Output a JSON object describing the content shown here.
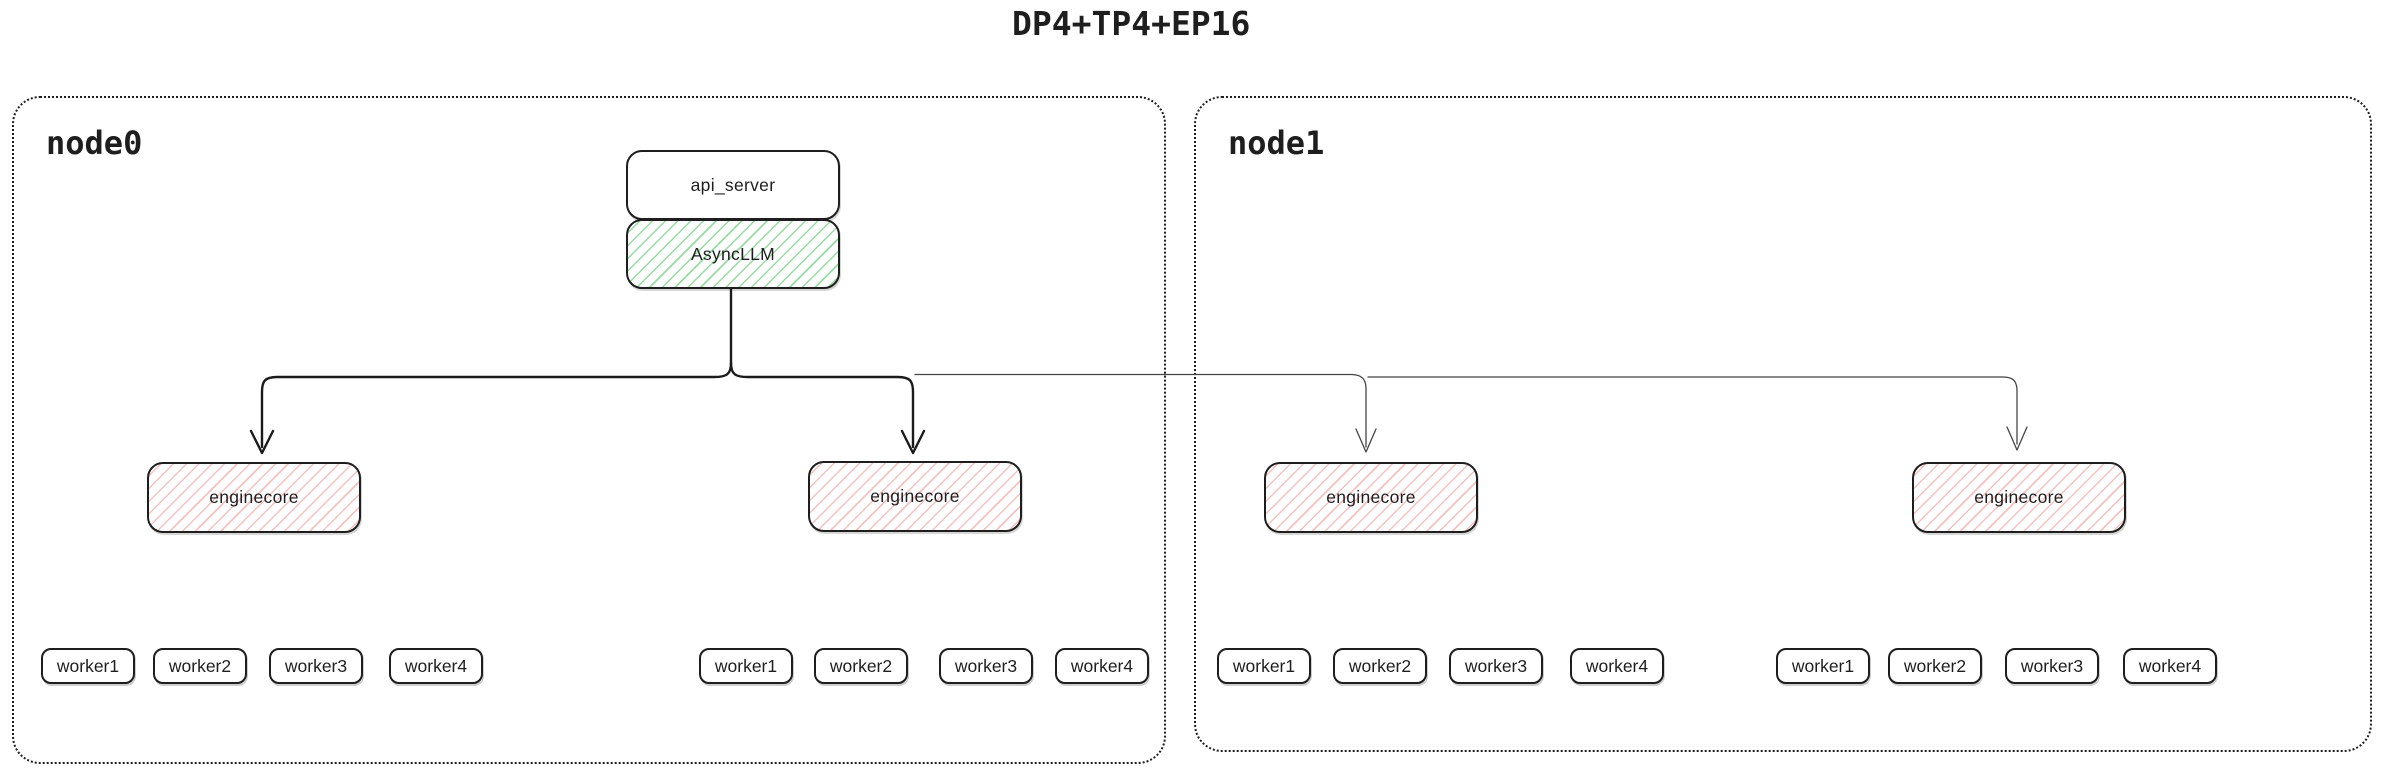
{
  "title": "DP4+TP4+EP16",
  "nodes": [
    {
      "label": "node0"
    },
    {
      "label": "node1"
    }
  ],
  "api_server": {
    "label": "api_server"
  },
  "async_llm": {
    "label": "AsyncLLM"
  },
  "enginecores": [
    {
      "label": "enginecore"
    },
    {
      "label": "enginecore"
    },
    {
      "label": "enginecore"
    },
    {
      "label": "enginecore"
    }
  ],
  "worker_groups": [
    {
      "workers": [
        "worker1",
        "worker2",
        "worker3",
        "worker4"
      ]
    },
    {
      "workers": [
        "worker1",
        "worker2",
        "worker3",
        "worker4"
      ]
    },
    {
      "workers": [
        "worker1",
        "worker2",
        "worker3",
        "worker4"
      ]
    },
    {
      "workers": [
        "worker1",
        "worker2",
        "worker3",
        "worker4"
      ]
    }
  ],
  "colors": {
    "background": "#ffffff",
    "border": "#1e1e1e",
    "async_llm_hatch": "#40c057",
    "enginecore_hatch": "#e03131",
    "thick_connector": "#1b1b1b",
    "thin_connector": "#454545"
  }
}
